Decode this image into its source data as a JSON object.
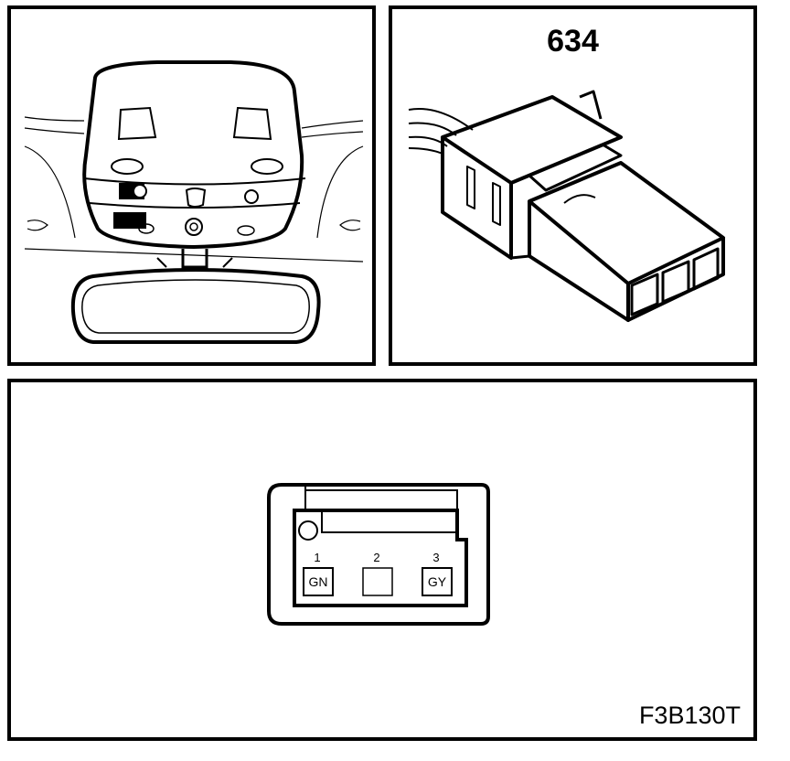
{
  "connector": {
    "number": "634",
    "pins": [
      {
        "number": "1",
        "color": "GN"
      },
      {
        "number": "2",
        "color": ""
      },
      {
        "number": "3",
        "color": "GY"
      }
    ]
  },
  "figure_code": "F3B130T"
}
